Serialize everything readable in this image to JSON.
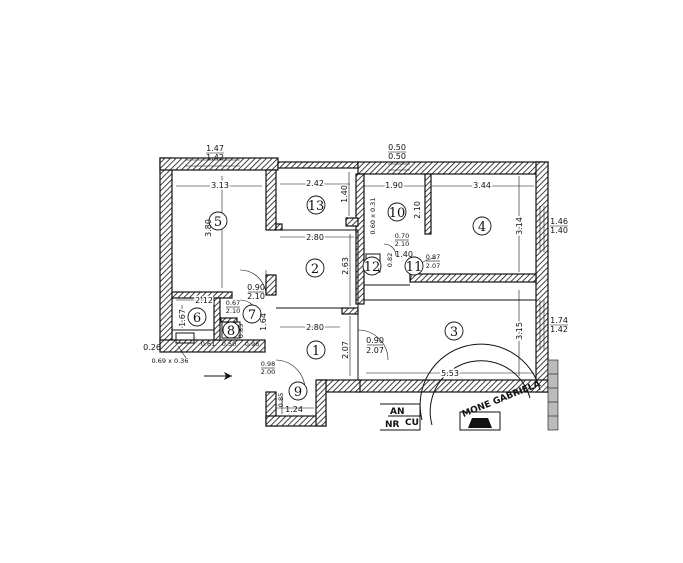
{
  "rooms": [
    {
      "label": "1"
    },
    {
      "label": "2"
    },
    {
      "label": "3"
    },
    {
      "label": "4"
    },
    {
      "label": "5"
    },
    {
      "label": "6"
    },
    {
      "label": "7"
    },
    {
      "label": "8"
    },
    {
      "label": "9"
    },
    {
      "label": "10"
    },
    {
      "label": "11"
    },
    {
      "label": "12"
    },
    {
      "label": "13"
    }
  ],
  "dims": {
    "top_left_win_a": "1.47",
    "top_left_win_b": "1.42",
    "top_right_win_a": "0.50",
    "top_right_win_b": "0.50",
    "r5_width": "3.13",
    "r5_height": "3.80",
    "r13_width": "2.42",
    "r13_height": "1.40",
    "r10_width": "1.90",
    "r10_height": "2.10",
    "r4_width": "3.44",
    "r4_height": "3.14",
    "right_win1_a": "1.46",
    "right_win1_b": "1.40",
    "right_win2_a": "1.74",
    "right_win2_b": "1.42",
    "r2_width_top": "2.80",
    "r2_height": "2.63",
    "r10_niche": "0.60 x 0.31",
    "door10_a": "0.70",
    "door10_b": "2.10",
    "r11_width": "1.40",
    "door4_a": "0.87",
    "door4_b": "2.07",
    "r12_dim": "0.82",
    "door5_a": "0.90",
    "door5_b": "2.10",
    "r6_width": "2.12",
    "door7_a": "0.67",
    "door7_b": "2.10",
    "r7_height": "1.64",
    "r6_height": "1.67",
    "r8_dim": "0.85",
    "r1_width": "2.80",
    "r1_height": "2.07",
    "door3_a": "0.90",
    "door3_b": "2.07",
    "r3_height": "3.15",
    "r3_width": "5.53",
    "left_edge": "0.26",
    "shaft_dim": "0.69 x 0.36",
    "bottom_a": "0.61",
    "bottom_b": "0.50",
    "bottom_c": "0.96",
    "entry_door_a": "0.98",
    "entry_door_b": "2.00",
    "r9_height": "0.85",
    "r9_width": "1.24"
  },
  "stamp": {
    "lines": [
      "AN",
      "CU",
      "NR"
    ],
    "seal": "MONE GABRIELA"
  }
}
